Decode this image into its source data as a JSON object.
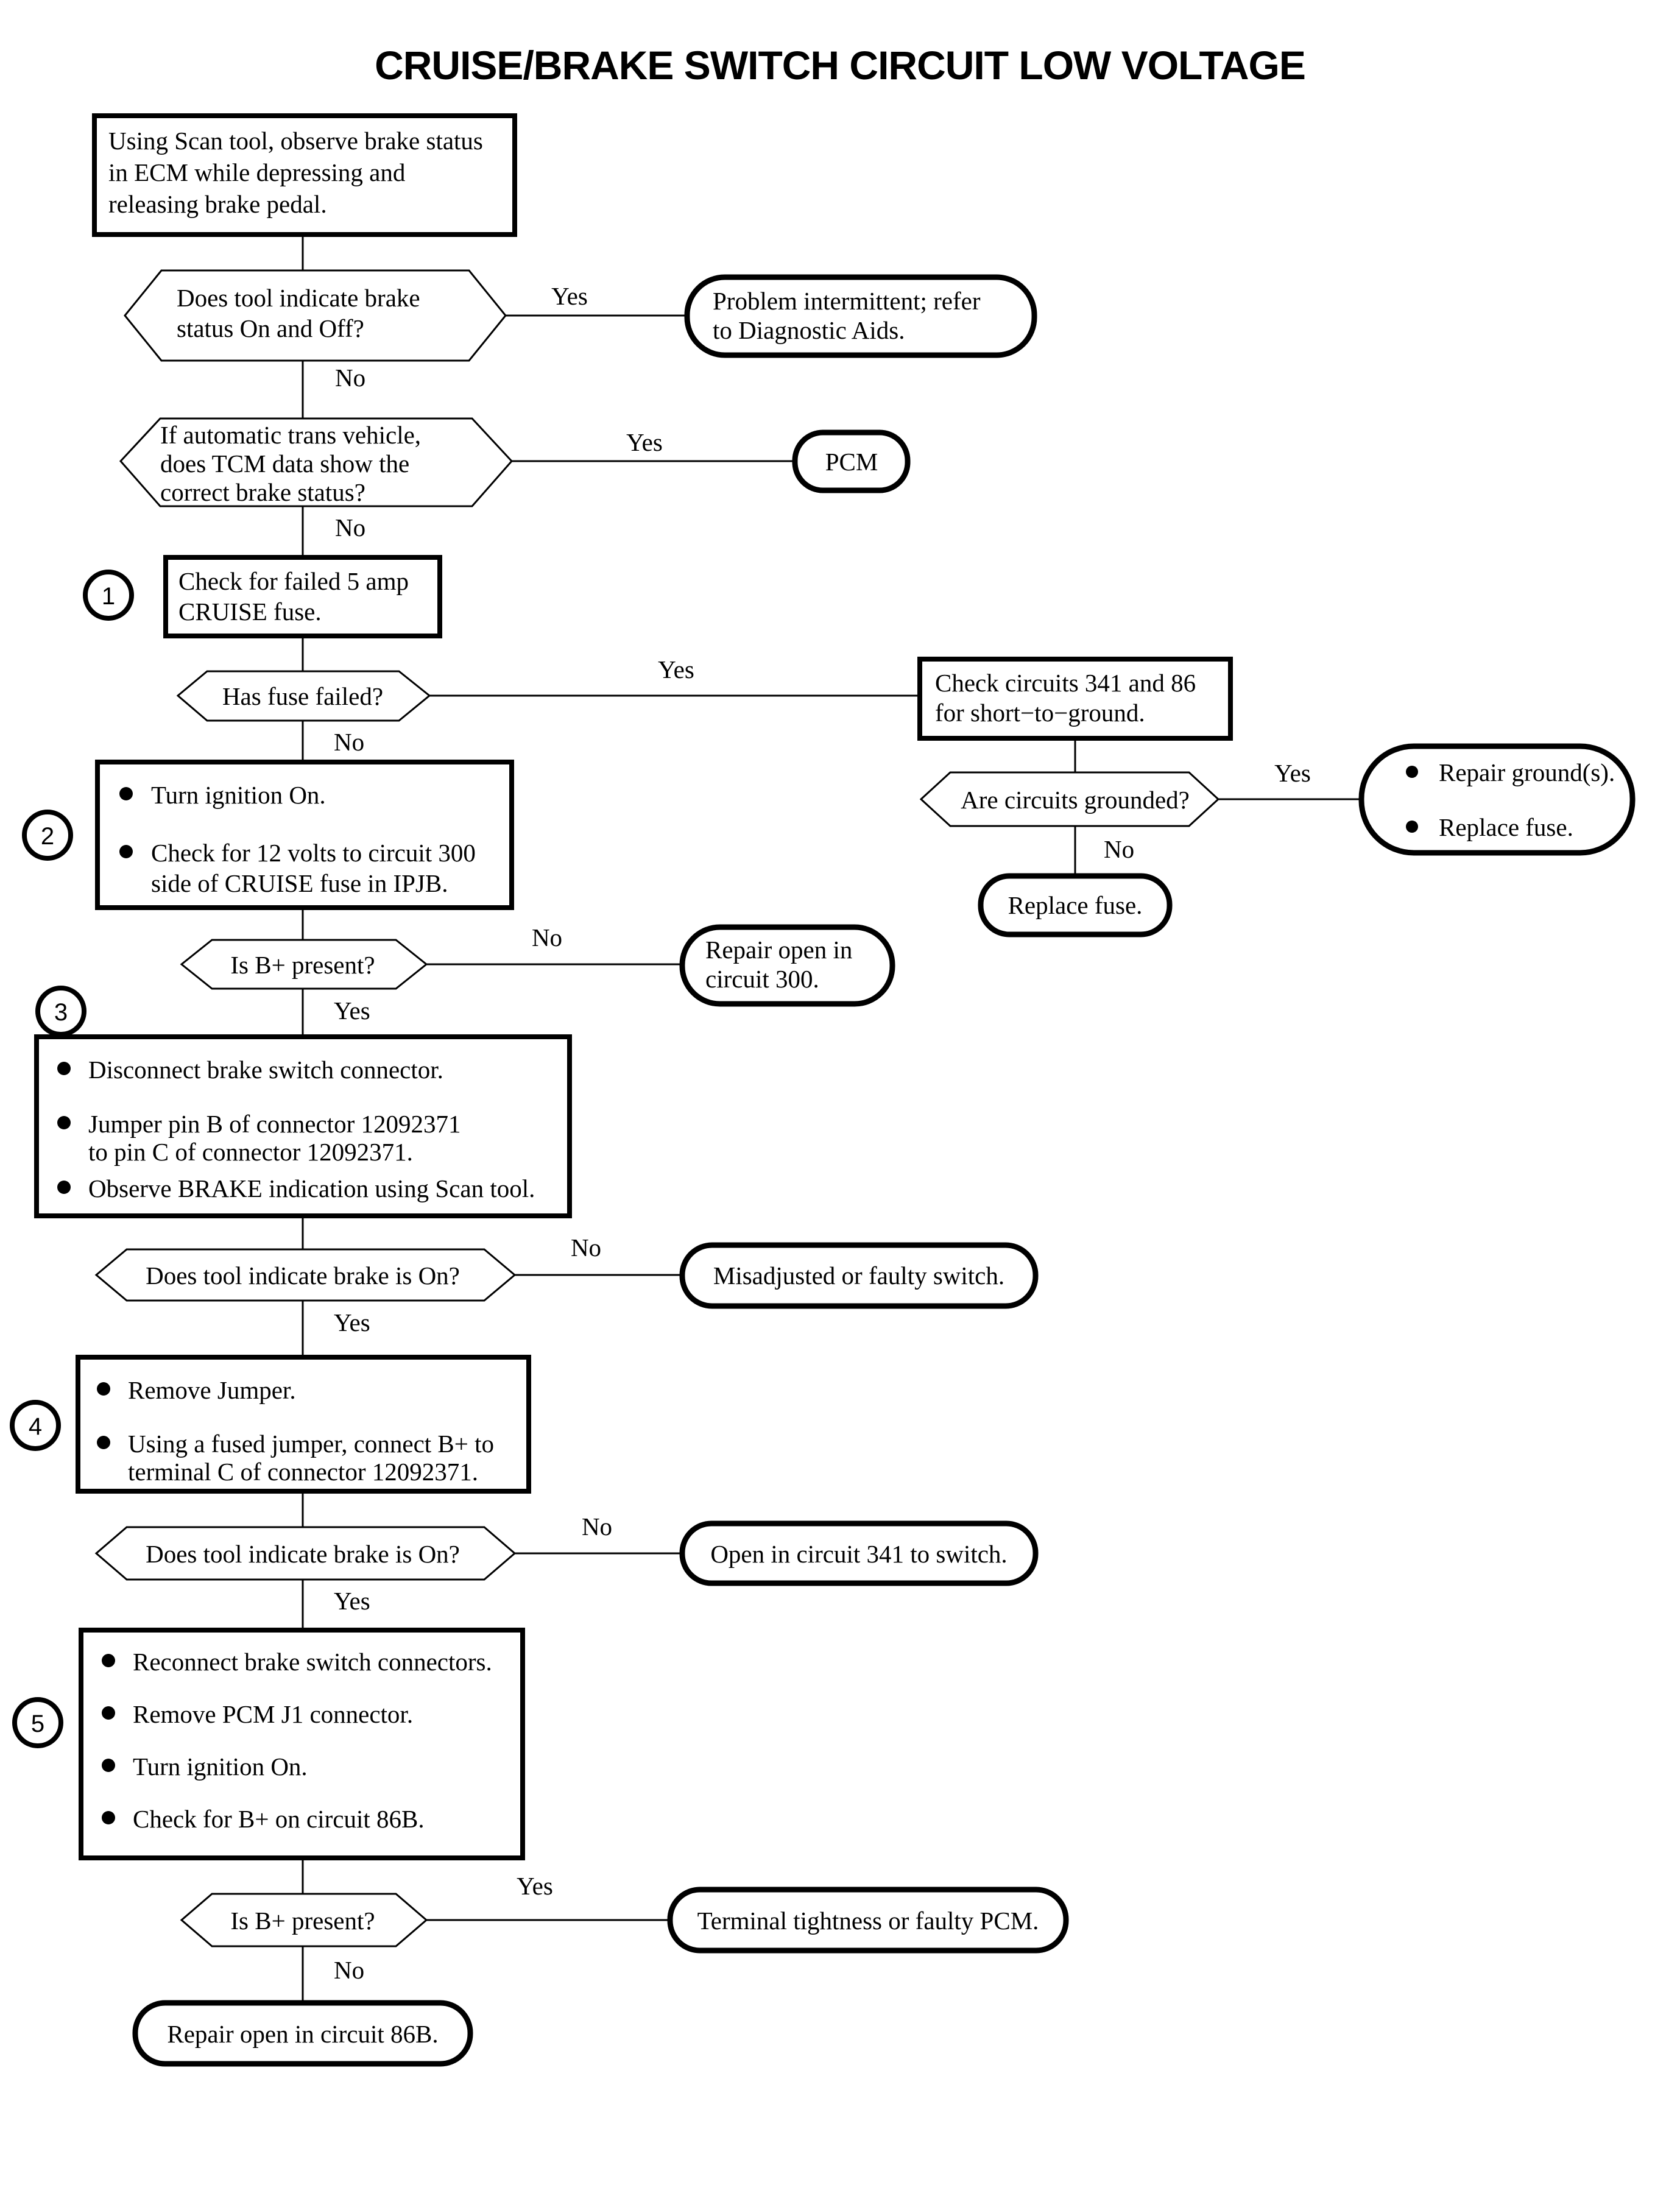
{
  "title": "CRUISE/BRAKE SWITCH CIRCUIT LOW VOLTAGE",
  "colors": {
    "ink": "#000000",
    "paper": "#ffffff"
  },
  "edge_labels": {
    "yes": "Yes",
    "no": "No"
  },
  "step_markers": [
    "1",
    "2",
    "3",
    "4",
    "5"
  ],
  "nodes": {
    "start_box": {
      "shape": "process",
      "lines": [
        "Using Scan tool, observe brake status",
        "in ECM while depressing and",
        "releasing brake pedal."
      ]
    },
    "d1": {
      "shape": "decision",
      "lines": [
        "Does tool indicate brake",
        "status On and Off?"
      ]
    },
    "t1": {
      "shape": "terminator",
      "lines": [
        "Problem intermittent; refer",
        "to Diagnostic Aids."
      ]
    },
    "d2": {
      "shape": "decision",
      "lines": [
        "If automatic trans vehicle,",
        "does TCM data show the",
        "correct brake status?"
      ]
    },
    "t2": {
      "shape": "terminator",
      "lines": [
        "PCM"
      ]
    },
    "p1": {
      "shape": "process",
      "marker": "1",
      "lines": [
        "Check for failed 5 amp",
        "CRUISE fuse."
      ]
    },
    "d3": {
      "shape": "decision",
      "lines": [
        "Has fuse failed?"
      ]
    },
    "p_check_circuits": {
      "shape": "process",
      "lines": [
        "Check circuits 341 and 86",
        "for short−to−ground."
      ]
    },
    "d_grounded": {
      "shape": "decision",
      "lines": [
        "Are circuits grounded?"
      ]
    },
    "t_repair_grounds": {
      "shape": "terminator",
      "bullets": [
        "Repair ground(s).",
        "Replace fuse."
      ]
    },
    "t_replace_fuse": {
      "shape": "terminator",
      "lines": [
        "Replace fuse."
      ]
    },
    "p2": {
      "shape": "process",
      "marker": "2",
      "bullets": [
        [
          "Turn ignition On."
        ],
        [
          "Check for 12 volts to circuit 300",
          "side of CRUISE fuse in IPJB."
        ]
      ]
    },
    "d4": {
      "shape": "decision",
      "lines": [
        "Is B+ present?"
      ]
    },
    "t_repair300": {
      "shape": "terminator",
      "lines": [
        "Repair open in",
        "circuit 300."
      ]
    },
    "p3": {
      "shape": "process",
      "marker": "3",
      "bullets": [
        [
          "Disconnect brake switch connector."
        ],
        [
          "Jumper pin B of connector 12092371",
          "to pin C of connector 12092371."
        ],
        [
          "Observe BRAKE indication using Scan tool."
        ]
      ]
    },
    "d5": {
      "shape": "decision",
      "lines": [
        "Does tool indicate brake is On?"
      ]
    },
    "t_misadjusted": {
      "shape": "terminator",
      "lines": [
        "Misadjusted or faulty switch."
      ]
    },
    "p4": {
      "shape": "process",
      "marker": "4",
      "bullets": [
        [
          "Remove Jumper."
        ],
        [
          "Using a fused jumper, connect B+ to",
          "terminal C of connector 12092371."
        ]
      ]
    },
    "d6": {
      "shape": "decision",
      "lines": [
        "Does tool indicate brake is On?"
      ]
    },
    "t_open341": {
      "shape": "terminator",
      "lines": [
        "Open in circuit 341 to switch."
      ]
    },
    "p5": {
      "shape": "process",
      "marker": "5",
      "bullets": [
        [
          "Reconnect brake switch connectors."
        ],
        [
          "Remove PCM J1 connector."
        ],
        [
          "Turn ignition On."
        ],
        [
          "Check for B+ on circuit 86B."
        ]
      ]
    },
    "d7": {
      "shape": "decision",
      "lines": [
        "Is B+ present?"
      ]
    },
    "t_terminal": {
      "shape": "terminator",
      "lines": [
        "Terminal tightness or faulty PCM."
      ]
    },
    "t_repair86b": {
      "shape": "terminator",
      "lines": [
        "Repair open in circuit 86B."
      ]
    }
  }
}
